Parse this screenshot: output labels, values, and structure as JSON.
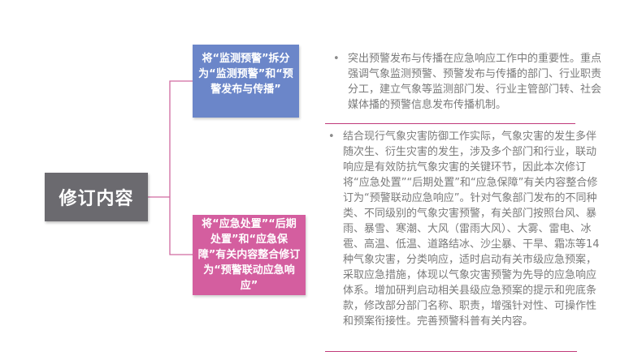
{
  "main_topic": "修订内容",
  "branches": [
    {
      "label": "将“监测预警”拆分为“监测预警”和“预警发布与传播”",
      "color": "#6b86c9",
      "detail": "突出预警发布与传播在应急响应工作中的重要性。重点强调气象监测预警、预警发布与传播的部门、行业职责分工，建立气象等监测部门发、行业主管部门转、社会媒体播的预警信息发布传播机制。"
    },
    {
      "label": "将“应急处置”“后期处置”和“应急保障”有关内容整合修订为“预警联动应急响应”",
      "color": "#d45e9f",
      "detail": "结合现行气象灾害防御工作实际，气象灾害的发生多伴随次生、衍生灾害的发生，涉及多个部门和行业，联动响应是有效防抗气象灾害的关键环节，因此本次修订将“应急处置”“后期处置”和“应急保障”有关内容整合修订为“预警联动应急响应”。针对气象部门发布的不同种类、不同级别的气象灾害预警，有关部门按照台风、暴雨、暴雪、寒潮、大风（雷雨大风）、大雾、雷电、冰雹、高温、低温、道路结冰、沙尘暴、干旱、霜冻等14种气象灾害，分类响应，适时启动有关市级应急预案，采取应急措施，体现以气象灾害预警为先导的应急响应体系。增加研判启动相关县级应急预案的提示和兜底条款，修改部分部门名称、职责，增强针对性、可操作性和预案衔接性。完善预警科普有关内容。"
    }
  ],
  "colors": {
    "main_node": "#6b6a6f",
    "connector": "#d06aa0",
    "divider": "#c03a7a",
    "body_text": "#7a7a7a"
  }
}
